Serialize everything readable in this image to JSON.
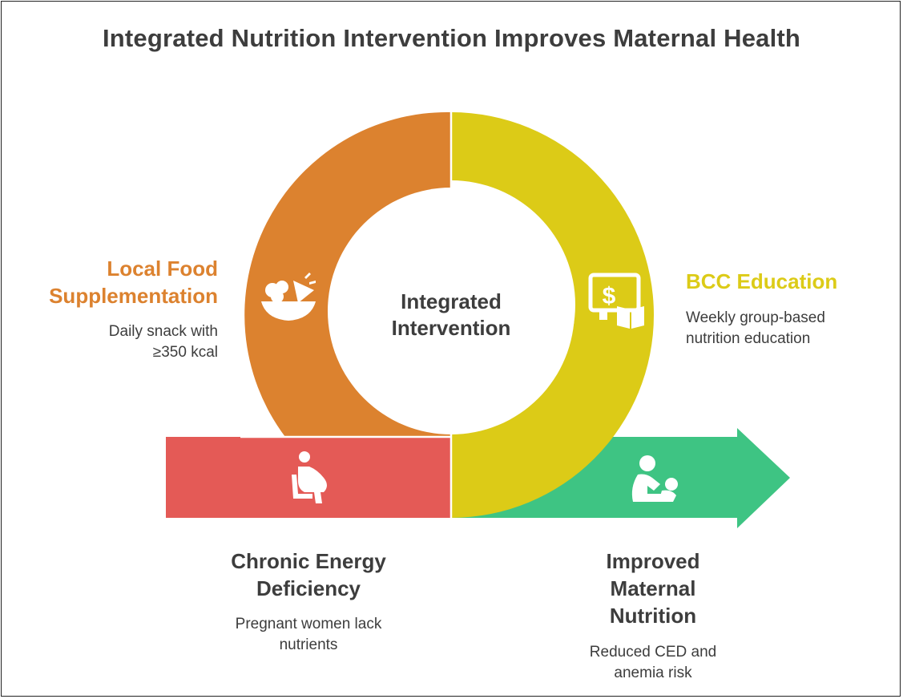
{
  "title": "Integrated Nutrition Intervention Improves Maternal Health",
  "center": {
    "label": "Integrated Intervention"
  },
  "left_segment": {
    "heading": "Local Food Supplementation",
    "description": "Daily snack with ≥350 kcal",
    "color": "#dc822f",
    "icon": "food-bowl-icon"
  },
  "right_segment": {
    "heading": "BCC Education",
    "description": "Weekly group-based nutrition education",
    "color": "#dccb17",
    "icon": "monitor-book-icon"
  },
  "start_bar": {
    "heading": "Chronic Energy Deficiency",
    "description": "Pregnant women lack nutrients",
    "color": "#e45a56",
    "icon": "pregnant-woman-icon"
  },
  "end_arrow": {
    "heading": "Improved Maternal Nutrition",
    "description": "Reduced CED and anemia risk",
    "color": "#3ec483",
    "icon": "mother-baby-icon"
  },
  "colors": {
    "title_text": "#3d3d3d",
    "orange_text": "#dc822f",
    "yellow_text": "#dccb17"
  }
}
